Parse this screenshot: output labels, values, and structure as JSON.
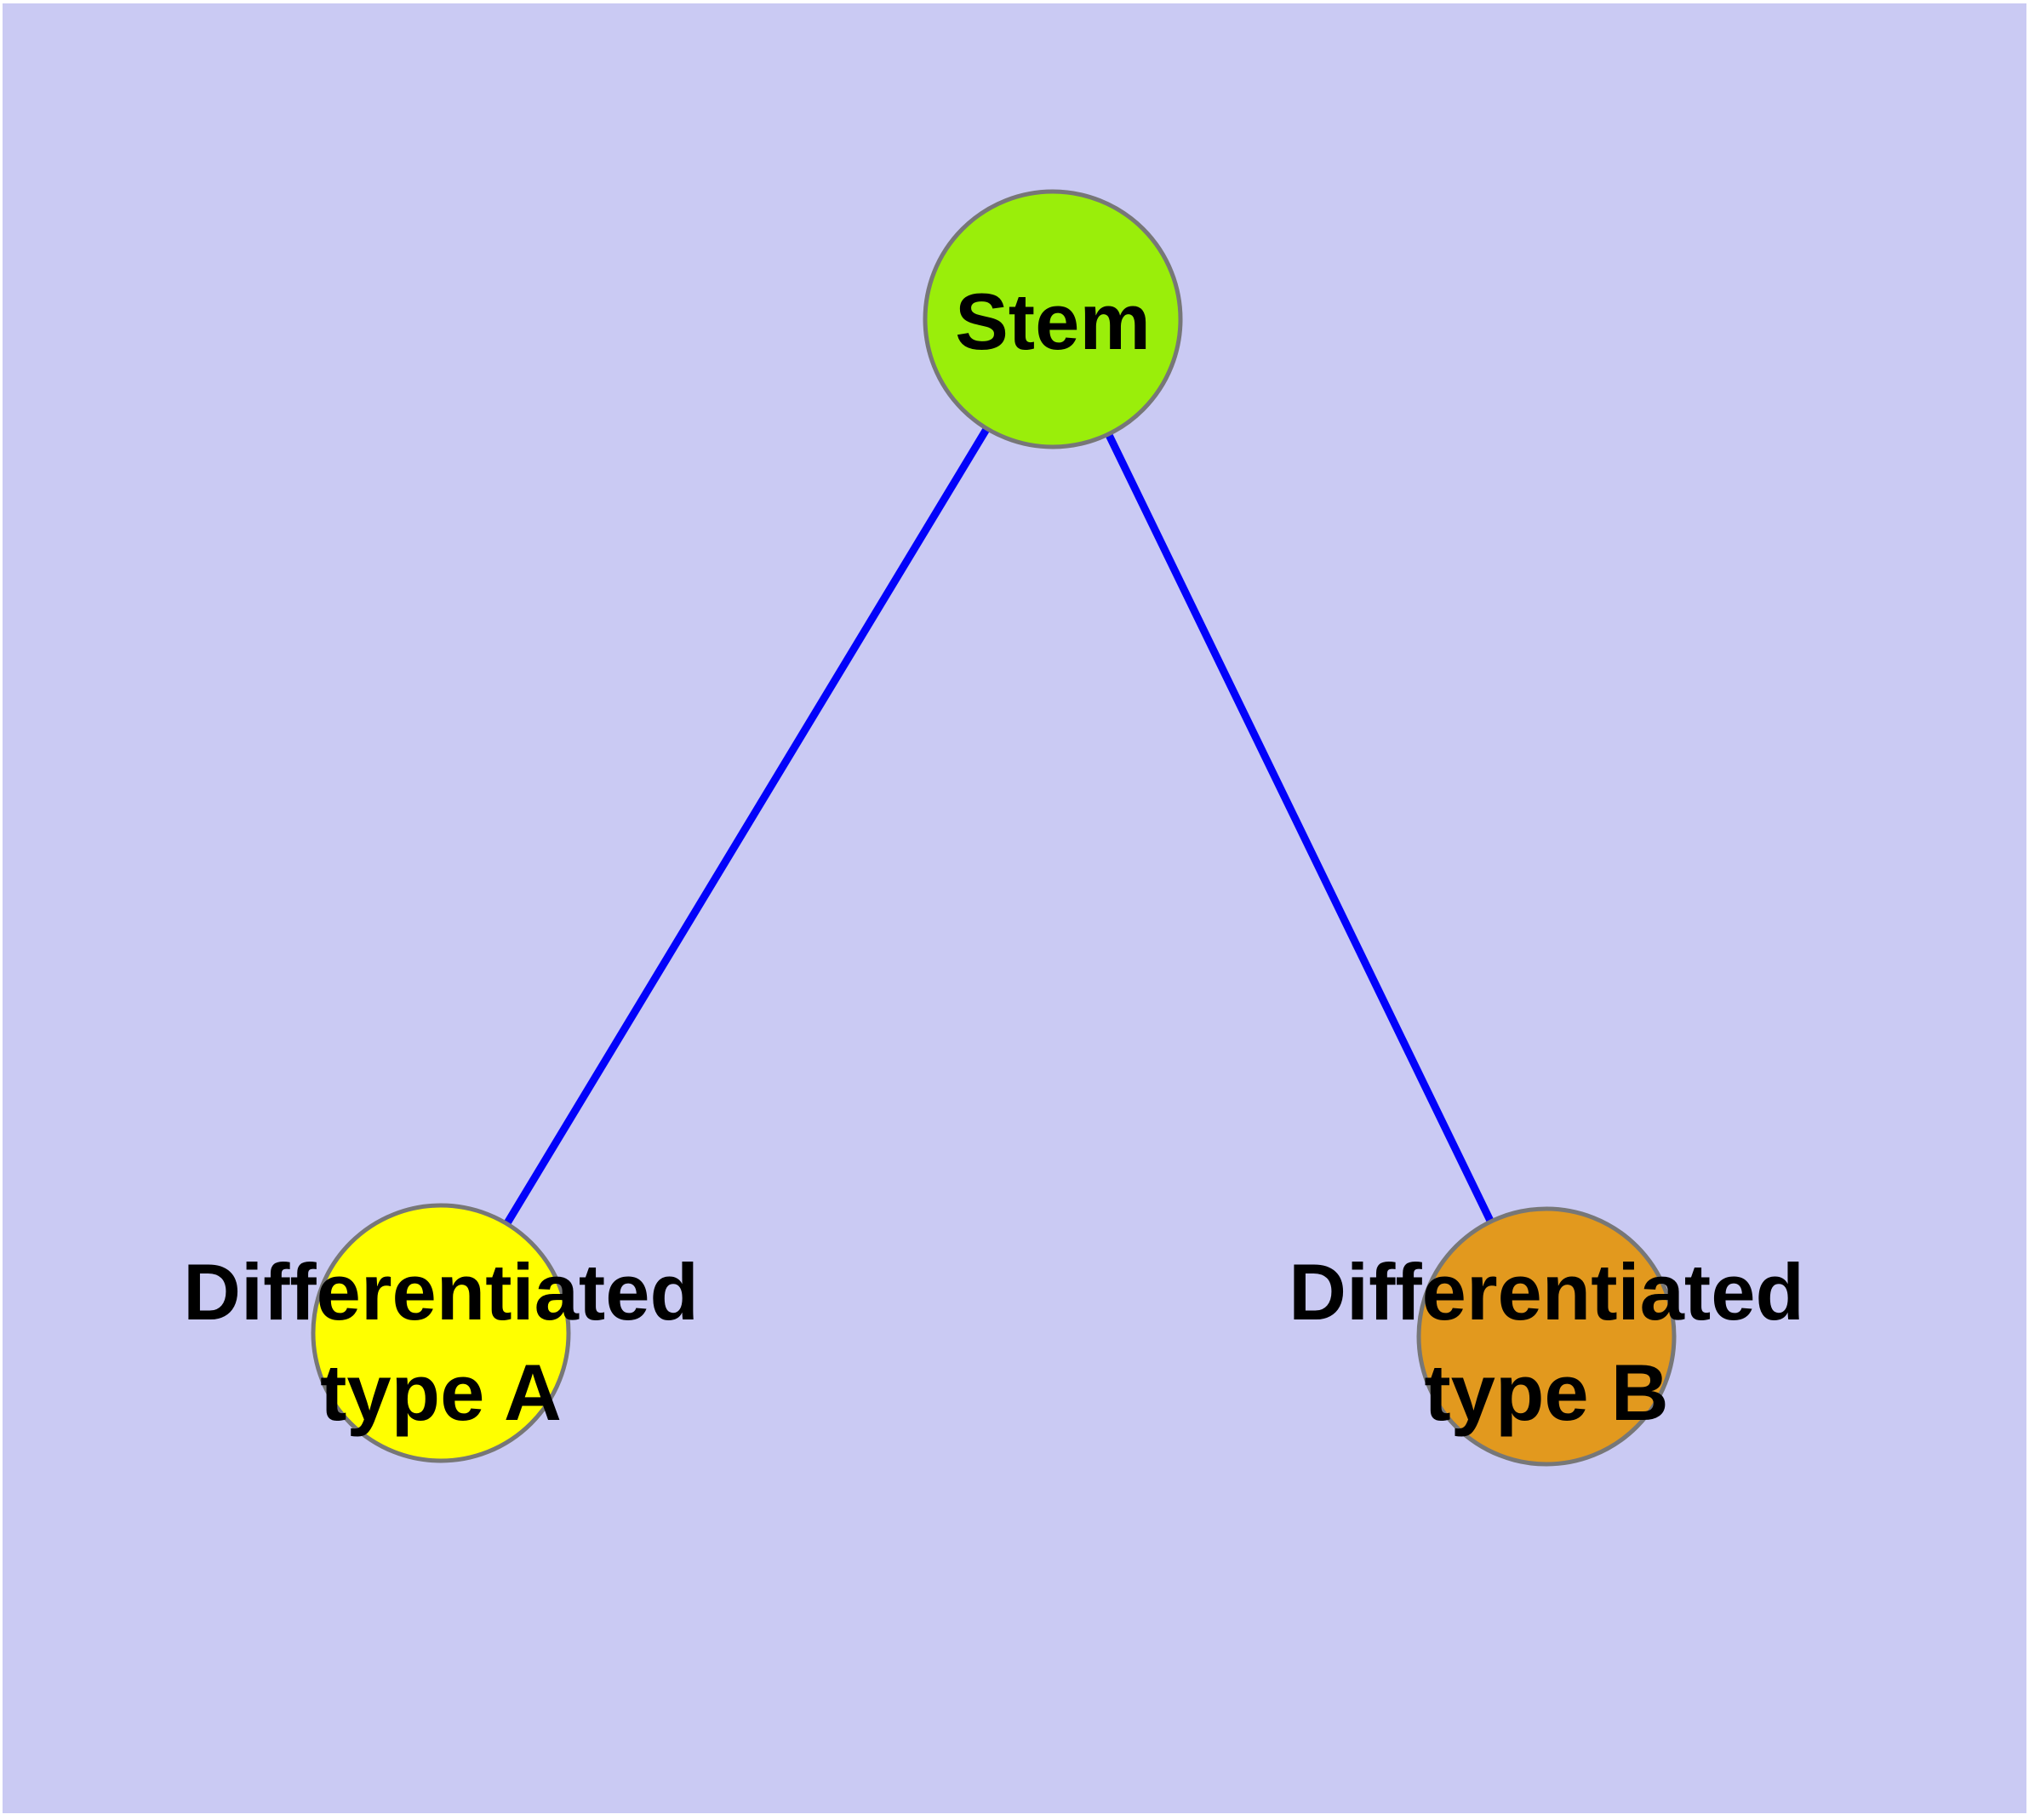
{
  "diagram": {
    "margin_color": "#FFFFFF",
    "background_color": "#CACAF3",
    "edge_color": "#0202FA",
    "node_border_color": "#777777",
    "label_color": "#000000",
    "nodes": {
      "stem": {
        "label": "Stem",
        "color": "#9AEE0A"
      },
      "type_a": {
        "label_line1": "Differentiated",
        "label_line2": "type A",
        "label_full": "Differentiated type A",
        "color": "#FFFF00"
      },
      "type_b": {
        "label_line1": "Differentiated",
        "label_line2": "type B",
        "label_full": "Differentiated type B",
        "color": "#E2991E"
      }
    },
    "edges": [
      {
        "from": "Stem",
        "to": "Differentiated type A"
      },
      {
        "from": "Stem",
        "to": "Differentiated type B"
      }
    ]
  }
}
